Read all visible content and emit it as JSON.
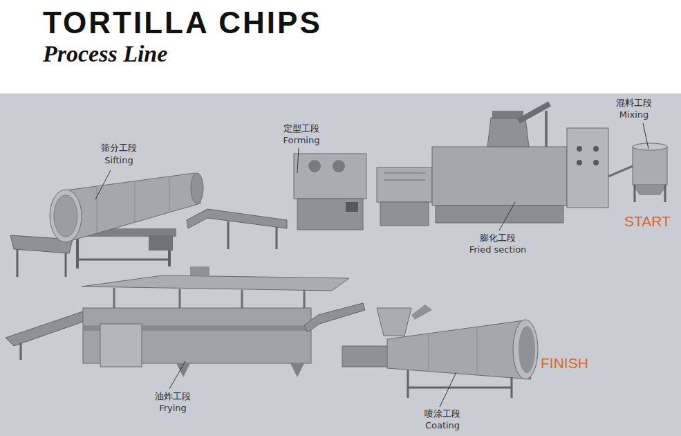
{
  "diagram": {
    "title": "TORTILLA CHIPS",
    "labels": [
      "Process Line",
      "筛分工段",
      "Sifting",
      "定型工段",
      "Forming",
      "混料工段",
      "Mixing",
      "膨化工段",
      "Fried section",
      "油炸工段",
      "Frying",
      "喷涂工段",
      "Coating",
      "START",
      "FINISH"
    ]
  }
}
